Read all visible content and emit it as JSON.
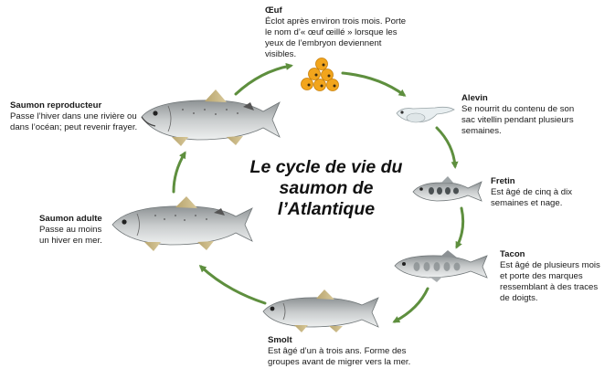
{
  "title_lines": [
    "Le cycle de vie du",
    "saumon de",
    "l’Atlantique"
  ],
  "stages": {
    "oeuf": {
      "title": "Œuf",
      "lines": [
        "Éclot après environ trois mois. Porte",
        "le nom d’« œuf œillé » lorsque les",
        "yeux de l’embryon deviennent",
        "visibles."
      ]
    },
    "alevin": {
      "title": "Alevin",
      "lines": [
        "Se nourrit du contenu de son",
        "sac vitellin pendant plusieurs",
        "semaines."
      ]
    },
    "fretin": {
      "title": "Fretin",
      "lines": [
        "Est âgé de cinq à dix",
        "semaines et nage."
      ]
    },
    "tacon": {
      "title": "Tacon",
      "lines": [
        "Est âgé de plusieurs mois",
        "et porte des marques",
        "ressemblant à des traces",
        "de doigts."
      ]
    },
    "smolt": {
      "title": "Smolt",
      "lines": [
        "Est âgé d’un à trois ans. Forme des",
        "groupes avant de migrer vers la mer."
      ]
    },
    "adulte": {
      "title": "Saumon adulte",
      "lines": [
        "Passe au moins",
        "un hiver en mer."
      ]
    },
    "reproducteur": {
      "title": "Saumon reproducteur",
      "lines": [
        "Passe l’hiver dans une rivière ou",
        "dans l’océan; peut revenir frayer."
      ]
    }
  },
  "colors": {
    "arrow": "#5e8f3e",
    "egg": "#f2a51c",
    "fish_body": "#b9bcbd",
    "fin": "#c6b27c"
  }
}
